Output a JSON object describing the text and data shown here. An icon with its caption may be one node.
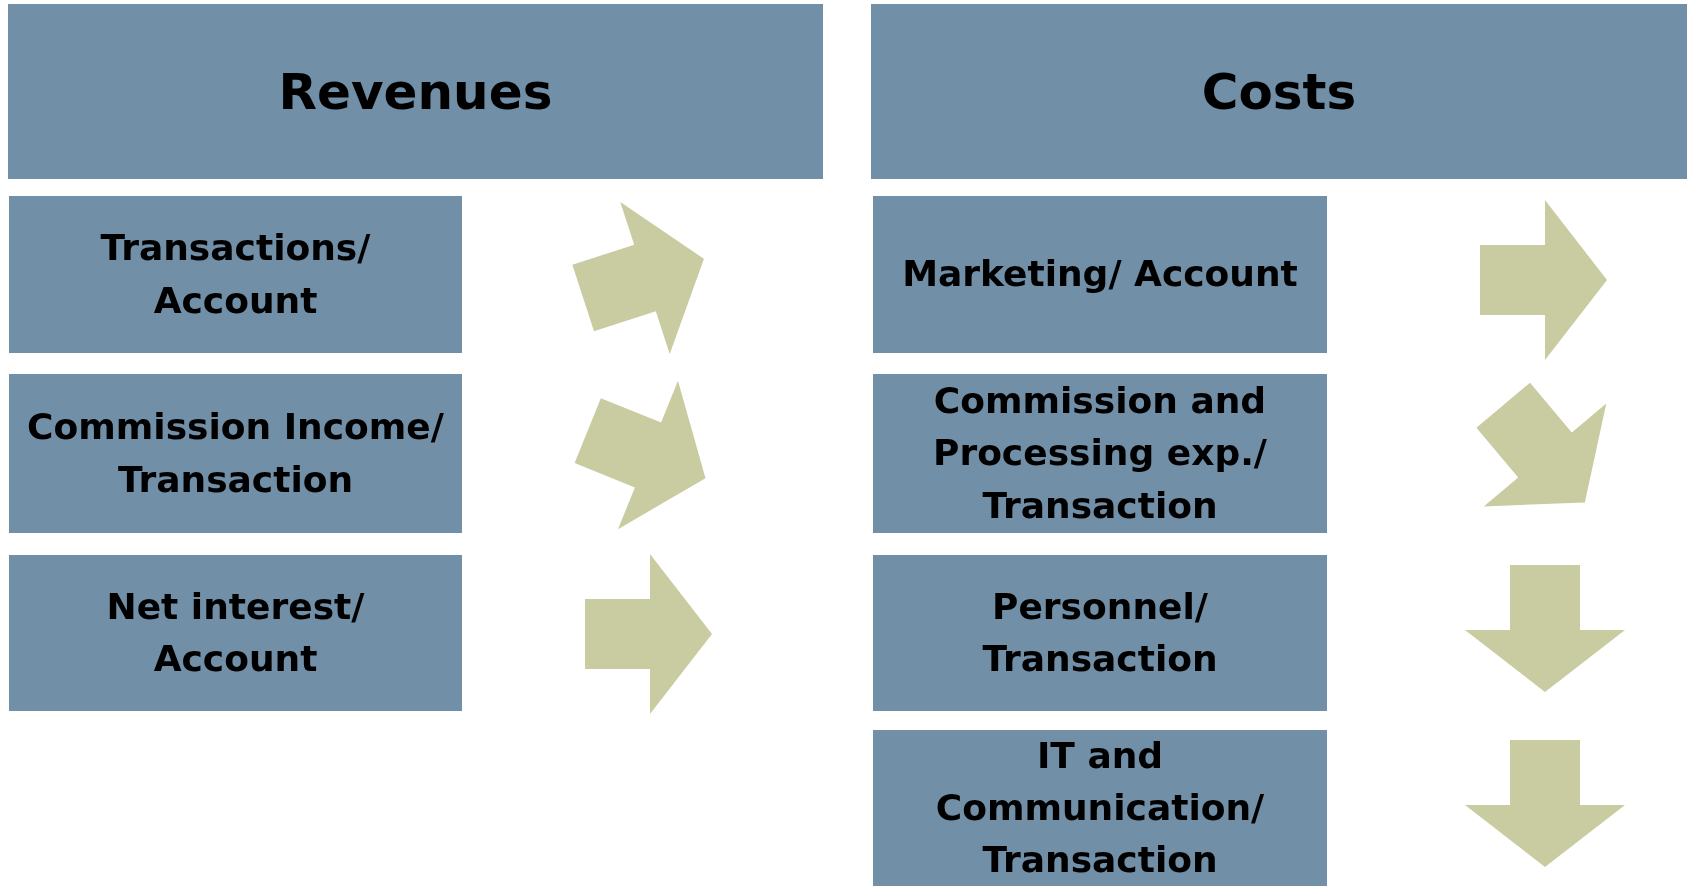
{
  "diagram": {
    "nodes": [
      {
        "text": [
          "Revenues"
        ]
      },
      {
        "text": [
          "Transactions/ Account"
        ]
      },
      {
        "text": [
          "Commission Income/ Transaction"
        ]
      },
      {
        "text": [
          "Net interest/ Account"
        ]
      },
      {
        "text": [
          "Costs"
        ]
      },
      {
        "text": [
          "Marketing/ Account"
        ]
      },
      {
        "text": [
          "Commission and Processing exp./ Transaction"
        ]
      },
      {
        "text": [
          "Personnel/ Transaction"
        ]
      },
      {
        "text": [
          "IT and Communication/ Transaction"
        ]
      }
    ]
  }
}
